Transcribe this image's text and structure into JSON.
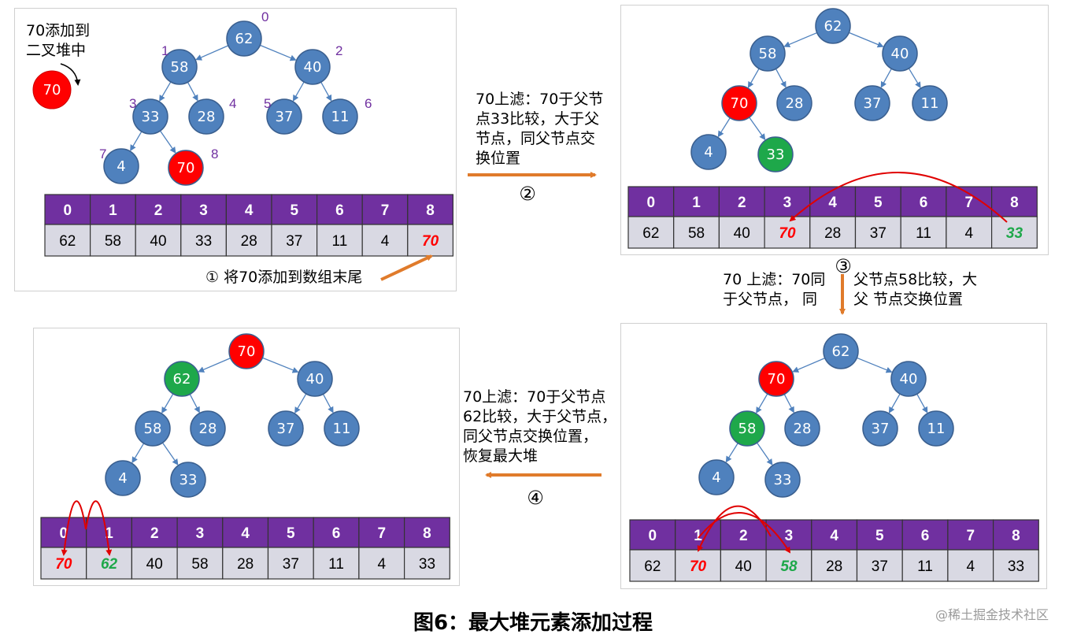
{
  "caption": "图6：最大堆元素添加过程",
  "watermark": "@稀土掘金技术社区",
  "colors": {
    "node_blue": "#4f81bd",
    "node_red": "#ff0000",
    "node_green": "#1ea84a",
    "header_purple": "#7030a0",
    "cell_gray": "#d9d9e3",
    "arrow_orange": "#e07b2b",
    "index_purple": "#7030a0"
  },
  "panel1": {
    "note": "70添加到\n二叉堆中",
    "new_node": "70",
    "tree_values": [
      "62",
      "58",
      "40",
      "33",
      "28",
      "37",
      "11",
      "4",
      "70"
    ],
    "tree_colors": [
      "blue",
      "blue",
      "blue",
      "blue",
      "blue",
      "blue",
      "blue",
      "blue",
      "red"
    ],
    "index_labels": [
      "0",
      "1",
      "2",
      "3",
      "4",
      "5",
      "6",
      "7",
      "8"
    ],
    "array_index": [
      "0",
      "1",
      "2",
      "3",
      "4",
      "5",
      "6",
      "7",
      "8"
    ],
    "array_values": [
      "62",
      "58",
      "40",
      "33",
      "28",
      "37",
      "11",
      "4",
      "70"
    ],
    "array_styles": [
      "n",
      "n",
      "n",
      "n",
      "n",
      "n",
      "n",
      "n",
      "red"
    ],
    "step_label": "① 将70添加到数组末尾"
  },
  "step2": {
    "text": "70上滤：70于父节\n点33比较，大于父\n节点，同父节点交\n换位置",
    "num": "②"
  },
  "panel2": {
    "tree_values": [
      "62",
      "58",
      "40",
      "70",
      "28",
      "37",
      "11",
      "4",
      "33"
    ],
    "tree_colors": [
      "blue",
      "blue",
      "blue",
      "red",
      "blue",
      "blue",
      "blue",
      "blue",
      "green"
    ],
    "array_index": [
      "0",
      "1",
      "2",
      "3",
      "4",
      "5",
      "6",
      "7",
      "8"
    ],
    "array_values": [
      "62",
      "58",
      "40",
      "70",
      "28",
      "37",
      "11",
      "4",
      "33"
    ],
    "array_styles": [
      "n",
      "n",
      "n",
      "red",
      "n",
      "n",
      "n",
      "n",
      "green"
    ]
  },
  "step3": {
    "text_left": "70 上滤：70同\n于父节点，  同",
    "text_right": "父节点58比较，大\n父 节点交换位置",
    "num": "③"
  },
  "panel3": {
    "tree_values": [
      "62",
      "70",
      "40",
      "58",
      "28",
      "37",
      "11",
      "4",
      "33"
    ],
    "tree_colors": [
      "blue",
      "red",
      "blue",
      "green",
      "blue",
      "blue",
      "blue",
      "blue",
      "blue"
    ],
    "array_index": [
      "0",
      "1",
      "2",
      "3",
      "4",
      "5",
      "6",
      "7",
      "8"
    ],
    "array_values": [
      "62",
      "70",
      "40",
      "58",
      "28",
      "37",
      "11",
      "4",
      "33"
    ],
    "array_styles": [
      "n",
      "red",
      "n",
      "green",
      "n",
      "n",
      "n",
      "n",
      "n"
    ]
  },
  "step4": {
    "text": "70上滤：70于父节点\n62比较，大于父节点，\n同父节点交换位置，\n恢复最大堆",
    "num": "④"
  },
  "panel4": {
    "tree_values": [
      "70",
      "62",
      "40",
      "58",
      "28",
      "37",
      "11",
      "4",
      "33"
    ],
    "tree_colors": [
      "red",
      "green",
      "blue",
      "blue",
      "blue",
      "blue",
      "blue",
      "blue",
      "blue"
    ],
    "array_index": [
      "0",
      "1",
      "2",
      "3",
      "4",
      "5",
      "6",
      "7",
      "8"
    ],
    "array_values": [
      "70",
      "62",
      "40",
      "58",
      "28",
      "37",
      "11",
      "4",
      "33"
    ],
    "array_styles": [
      "red",
      "green",
      "n",
      "n",
      "n",
      "n",
      "n",
      "n",
      "n"
    ]
  }
}
